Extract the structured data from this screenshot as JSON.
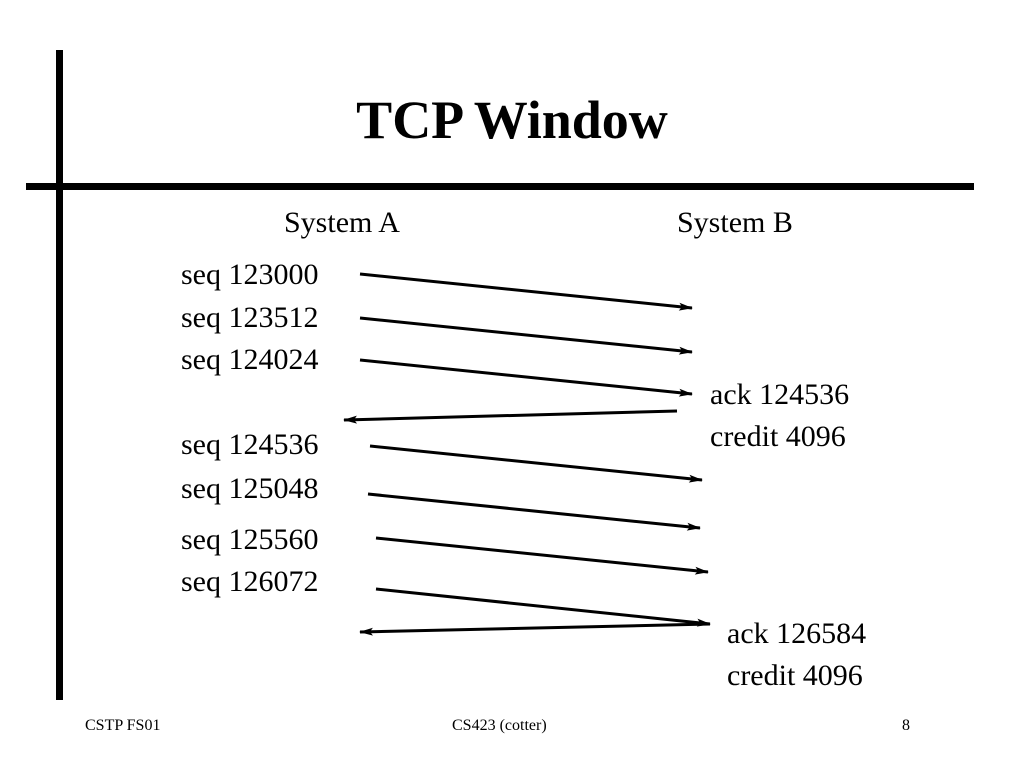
{
  "slide": {
    "title": "TCP Window",
    "system_a": "System A",
    "system_b": "System B",
    "sequences": [
      "seq 123000",
      "seq 123512",
      "seq 124024",
      "seq 124536",
      "seq 125048",
      "seq 125560",
      "seq 126072"
    ],
    "acks": [
      {
        "ack": "ack 124536",
        "credit": "credit 4096"
      },
      {
        "ack": "ack 126584",
        "credit": "credit 4096"
      }
    ]
  },
  "footer": {
    "left": "CSTP FS01",
    "center": "CS423 (cotter)",
    "page": "8"
  }
}
